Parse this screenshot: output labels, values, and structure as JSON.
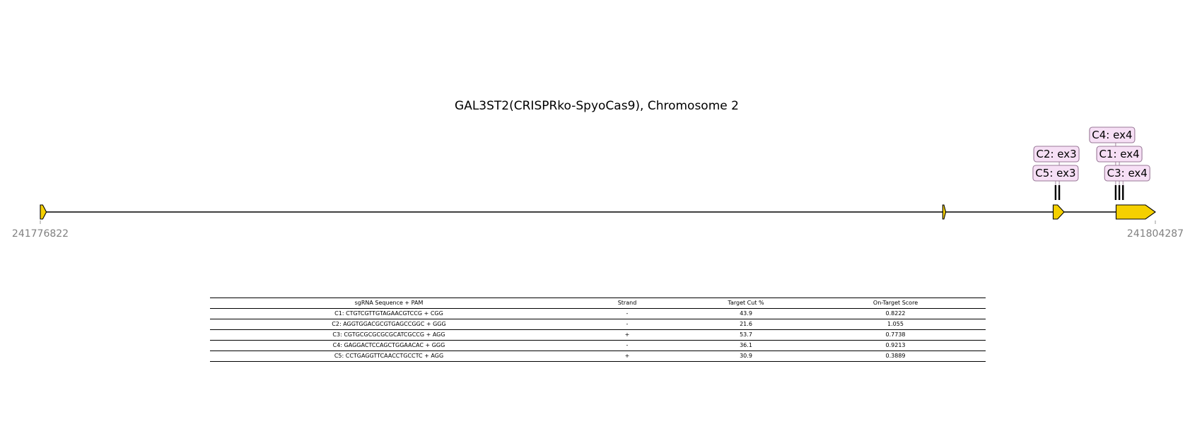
{
  "figure": {
    "title": "GAL3ST2(CRISPRko-SpyoCas9), Chromosome 2"
  },
  "chart_data": {
    "type": "gene_track",
    "gene": "GAL3ST2",
    "chromosome": "2",
    "start": 241776822,
    "end": 241804287,
    "start_label": "241776822",
    "end_label": "241804287",
    "exon_color": "#f5d000",
    "label_fill": "#f6dff5",
    "label_border": "#9a7a98",
    "exons": [
      {
        "start": 241776822,
        "end": 241776972
      },
      {
        "start": 241799050,
        "end": 241799125
      },
      {
        "start": 241801770,
        "end": 241802040
      },
      {
        "start": 241803320,
        "end": 241804287
      }
    ],
    "cut_sites": [
      {
        "id": "C1",
        "label": "C1: ex4",
        "pos": 241803400,
        "strand": "-"
      },
      {
        "id": "C2",
        "label": "C2: ex3",
        "pos": 241801920,
        "strand": "-"
      },
      {
        "id": "C3",
        "label": "C3: ex4",
        "pos": 241803490,
        "strand": "+"
      },
      {
        "id": "C4",
        "label": "C4: ex4",
        "pos": 241803310,
        "strand": "-"
      },
      {
        "id": "C5",
        "label": "C5: ex3",
        "pos": 241801830,
        "strand": "+"
      }
    ]
  },
  "table": {
    "headers": [
      "sgRNA Sequence + PAM",
      "Strand",
      "Target Cut %",
      "On-Target Score"
    ],
    "rows": [
      [
        "C1: CTGTCGTTGTAGAACGTCCG + CGG",
        "-",
        "43.9",
        "0.8222"
      ],
      [
        "C2: AGGTGGACGCGTGAGCCGGC + GGG",
        "-",
        "21.6",
        "1.055"
      ],
      [
        "C3: CGTGCGCGCGCGCATCGCCG + AGG",
        "+",
        "53.7",
        "0.7738"
      ],
      [
        "C4: GAGGACTCCAGCTGGAACAC + GGG",
        "-",
        "36.1",
        "0.9213"
      ],
      [
        "C5: CCTGAGGTTCAACCTGCCTC + AGG",
        "+",
        "30.9",
        "0.3889"
      ]
    ]
  }
}
